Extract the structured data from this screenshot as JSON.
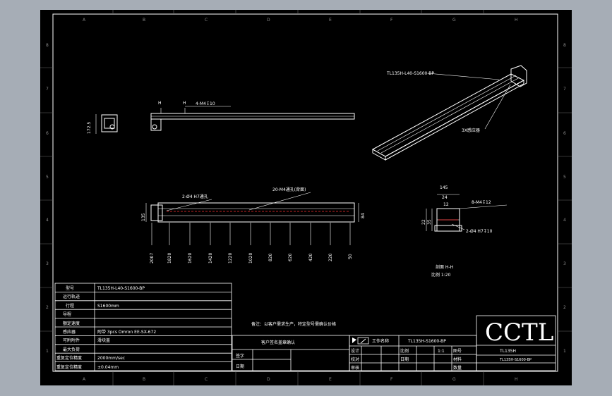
{
  "title_block": {
    "logo": "CCTL",
    "rows": [
      {
        "label": "型号",
        "value": "TL135H-L40-S1600-BP"
      },
      {
        "label": "运行轨迹",
        "value": ""
      },
      {
        "label": "行程",
        "value": "S1600mm"
      },
      {
        "label": "导程",
        "value": ""
      },
      {
        "label": "额定速度",
        "value": ""
      },
      {
        "label": "感应器",
        "value": "附带 3pcs Omron EE-SX-672"
      },
      {
        "label": "可附附件",
        "value": "滑块盖"
      },
      {
        "label": "最大负荷",
        "value": ""
      },
      {
        "label": "重复定位精度",
        "value": "2000mm/sec"
      },
      {
        "label": "重复定位精度",
        "value": "±0.04mm"
      }
    ],
    "note": "备注：以客户需求生产，特定型号需确认价格",
    "customer_confirm": "客户签名盖章确认",
    "sign_labels": [
      "签字",
      "日期"
    ],
    "drawing_no_label": "工作名称",
    "drawing_no": "TL135H-S1600-BP",
    "grid_left": [
      "设计",
      "校对",
      "审核"
    ],
    "grid_mid": [
      "比例",
      "日期",
      "",
      "1:1"
    ],
    "grid_right": [
      "图号",
      "材料",
      "数量"
    ],
    "product_name": "TL135H",
    "product_subtitle": "TL135H-S1600-BP",
    "product_desc": "TL135H-S1600-BP"
  },
  "annotations": {
    "iso_label": "TL135H-L40-S1600-BP",
    "sensor_label": "3X感应器",
    "front_h1": "H",
    "front_h2": "H",
    "front_thread": "4-M4↧10",
    "end_height": "172.5",
    "plan_holes1": "2-Ø4 H7通孔",
    "plan_holes2": "20-M4通孔(背面)",
    "plan_height": "135",
    "plan_right": "84",
    "plan_dims": [
      "2007",
      "1820",
      "1620",
      "1420",
      "1220",
      "1020",
      "820",
      "620",
      "420",
      "220",
      "50"
    ],
    "section_dims_top": [
      "145",
      "24",
      "12"
    ],
    "section_thread": "8-M4↧12",
    "section_holes": "2-Ø4 H7↧10",
    "section_side": [
      "22",
      "35"
    ],
    "section_title": "剖面 H-H",
    "section_scale": "比例 1:20"
  },
  "frame": {
    "cols": [
      "A",
      "B",
      "C",
      "D",
      "E",
      "F",
      "G",
      "H"
    ],
    "rows": [
      "8",
      "7",
      "6",
      "5",
      "4",
      "3",
      "2",
      "1"
    ]
  }
}
